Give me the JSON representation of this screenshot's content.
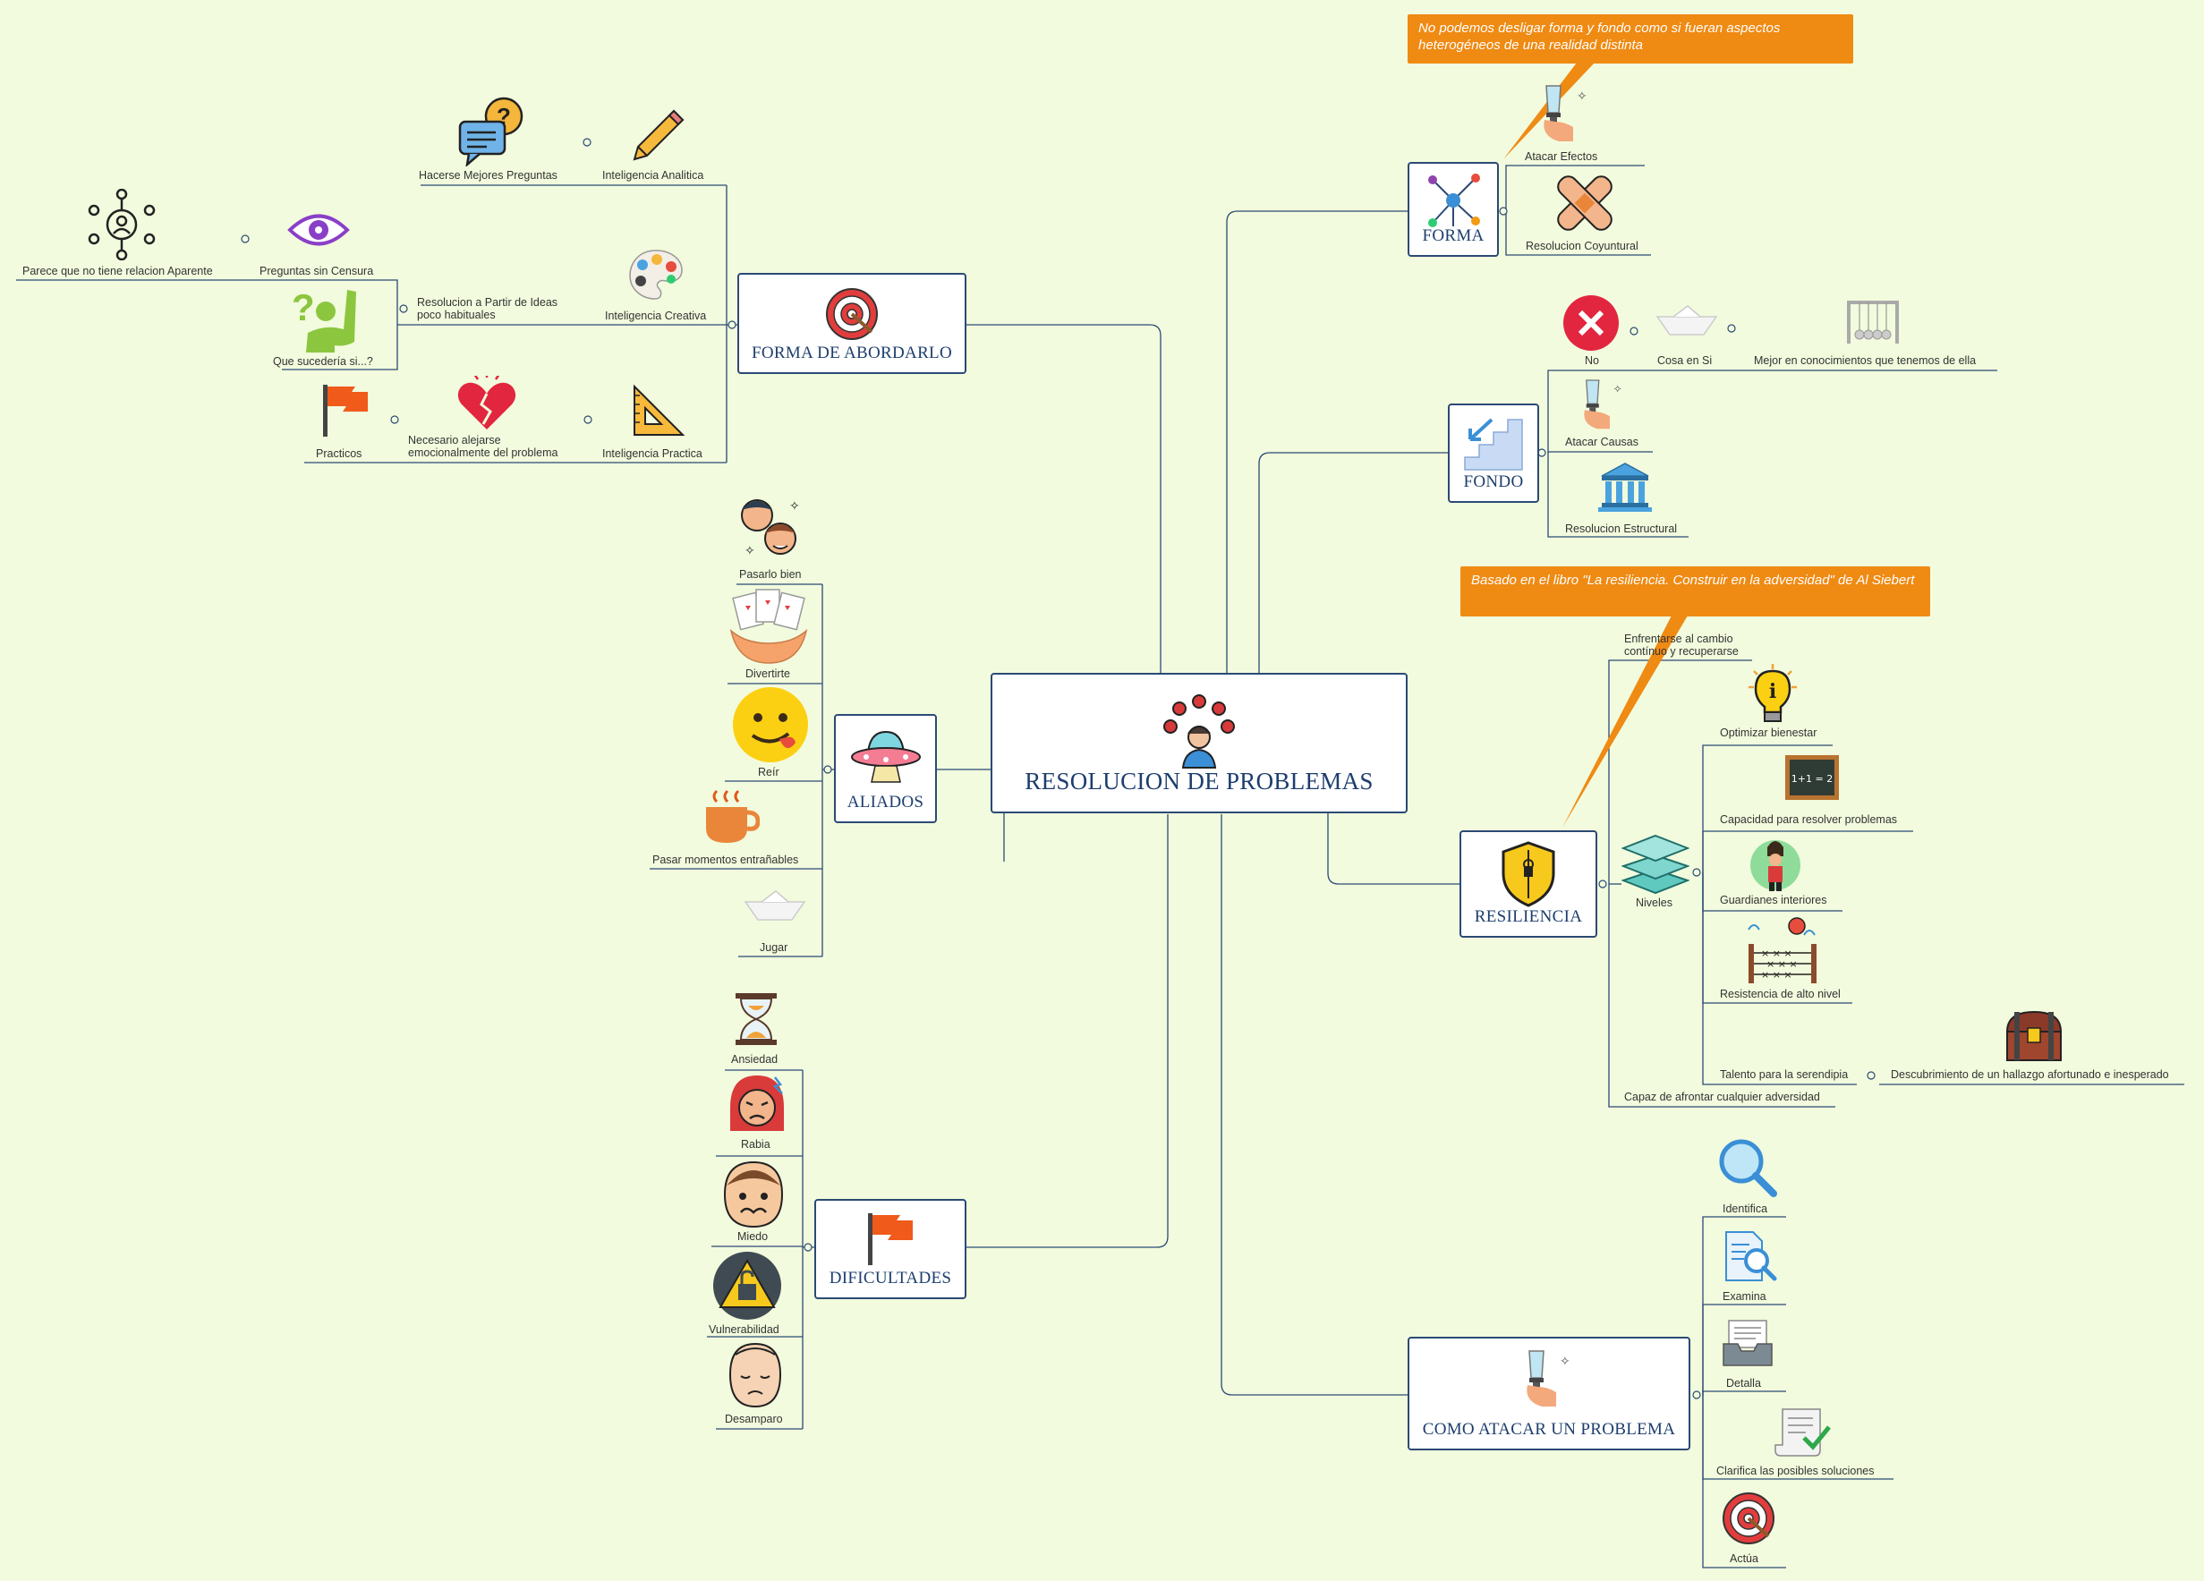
{
  "central": {
    "title": "RESOLUCION DE PROBLEMAS"
  },
  "callouts": {
    "forma_note": "No podemos desligar forma y fondo como si fueran aspectos heterogéneos de una realidad distinta",
    "resiliencia_note": "Basado en el libro \"La resiliencia. Construir en la adversidad\" de Al Siebert"
  },
  "abordarlo": {
    "title": "FORMA DE ABORDARLO",
    "hacerse": "Hacerse Mejores Preguntas",
    "analitica": "Inteligencia Analitica",
    "parece": "Parece que no tiene relacion Aparente",
    "preguntas": "Preguntas sin Censura",
    "resolucion_ideas": "Resolucion a Partir de Ideas poco habituales",
    "creativa": "Inteligencia Creativa",
    "que_sucederia": "Que sucedería si...?",
    "practicos": "Practicos",
    "necesario": "Necesario alejarse emocionalmente del problema",
    "practica": "Inteligencia Practica"
  },
  "aliados": {
    "title": "ALIADOS",
    "items": [
      "Pasarlo bien",
      "Divertirte",
      "Reír",
      "Pasar momentos entrañables",
      "Jugar"
    ]
  },
  "dificultades": {
    "title": "DIFICULTADES",
    "items": [
      "Ansiedad",
      "Rabia",
      "Miedo",
      "Vulnerabilidad",
      "Desamparo"
    ]
  },
  "forma": {
    "title": "FORMA",
    "items": [
      "Atacar Efectos",
      "Resolucion Coyuntural"
    ]
  },
  "fondo": {
    "title": "FONDO",
    "no": "No",
    "cosa": "Cosa en Si",
    "mejor": "Mejor en conocimientos que tenemos de ella",
    "causas": "Atacar Causas",
    "estructural": "Resolucion Estructural"
  },
  "resiliencia": {
    "title": "RESILIENCIA",
    "enfrentarse": "Enfrentarse al cambio contínuo y recuperarse",
    "niveles": "Niveles",
    "optimizar": "Optimizar bienestar",
    "capacidad": "Capacidad para resolver problemas",
    "guardianes": "Guardianes interiores",
    "resistencia": "Resistencia de alto nivel",
    "talento": "Talento para la serendipia",
    "descubrimiento": "Descubrimiento de un hallazgo afortunado e inesperado",
    "capaz": "Capaz de afrontar cualquier adversidad"
  },
  "atacar": {
    "title": "COMO ATACAR UN PROBLEMA",
    "items": [
      "Identifica",
      "Examina",
      "Detalla",
      "Clarifica las posibles soluciones",
      "Actúa"
    ]
  },
  "colors": {
    "line": "#2b4a75",
    "topic_border": "#2b4a75",
    "callout": "#ef8a13",
    "background": "#f2fbdd"
  }
}
